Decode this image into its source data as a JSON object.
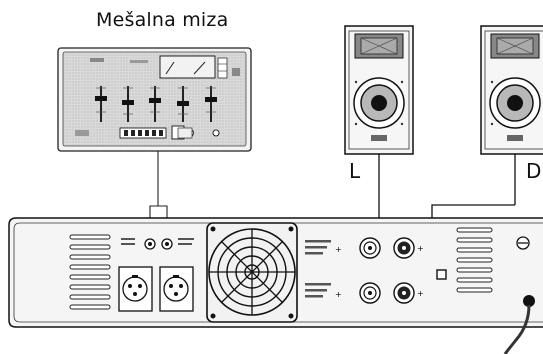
{
  "title": "Mešalna miza",
  "speaker_left": "L",
  "speaker_right": "D"
}
